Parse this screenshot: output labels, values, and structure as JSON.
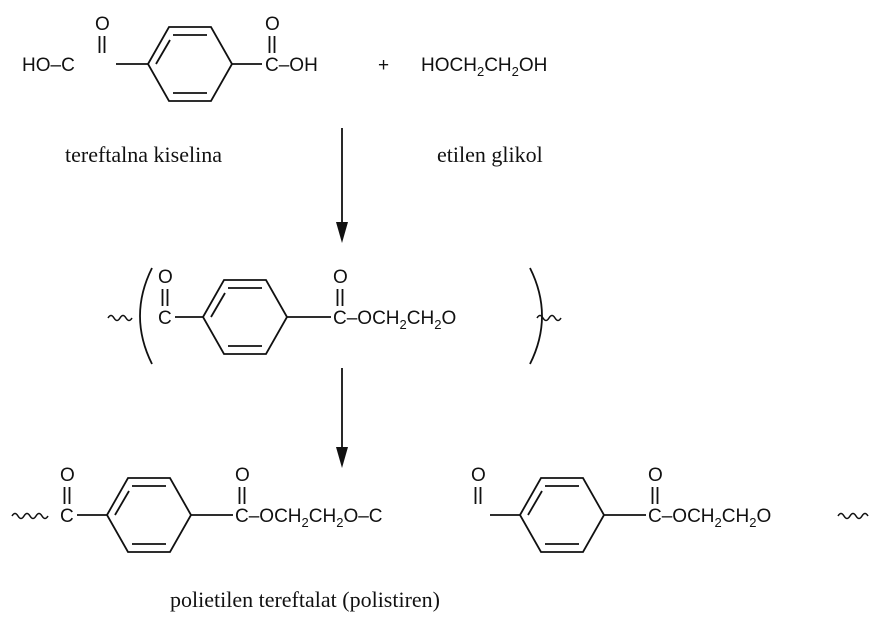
{
  "reactants": {
    "acid_left_o": "O",
    "acid_left_group": "HO–C",
    "acid_right_o": "O",
    "acid_right_group": "C–OH",
    "plus": "+",
    "glycol_formula": [
      "HOCH",
      "2",
      "CH",
      "2",
      "OH"
    ],
    "acid_name": "tereftalna kiselina",
    "glycol_name": "etilen glikol"
  },
  "repeat_unit": {
    "carbonyl_o_left": "O",
    "c_left": "C",
    "carbonyl_o_right": "O",
    "ester_chain": [
      "C–OCH",
      "2",
      "CH",
      "2",
      "O"
    ]
  },
  "polymer": {
    "c_first": "C",
    "ester_chain_1": [
      "C–OCH",
      "2",
      "CH",
      "2",
      "O–C"
    ],
    "ester_chain_2": [
      "C–OCH",
      "2",
      "CH",
      "2",
      "O"
    ],
    "carbonyl_o": "O",
    "name": "polietilen tereftalat (polistiren)"
  }
}
